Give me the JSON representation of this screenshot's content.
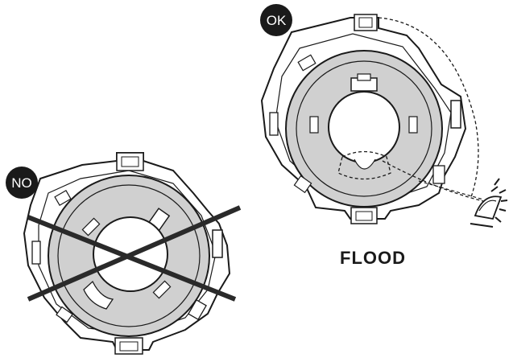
{
  "badges": {
    "ok": "OK",
    "no": "NO"
  },
  "caption": "FLOOD",
  "colors": {
    "badge": "#1a1a1a",
    "ring_fill": "#d0d0d0",
    "outline": "#1a1a1a",
    "cross": "#2a2a2a"
  },
  "icons": {
    "figure_ok": "headlight-bulb-retaining-ring",
    "figure_no": "headlight-bulb-retaining-ring",
    "beam": "flood-beam-symbol",
    "cross": "prohibited-cross"
  }
}
